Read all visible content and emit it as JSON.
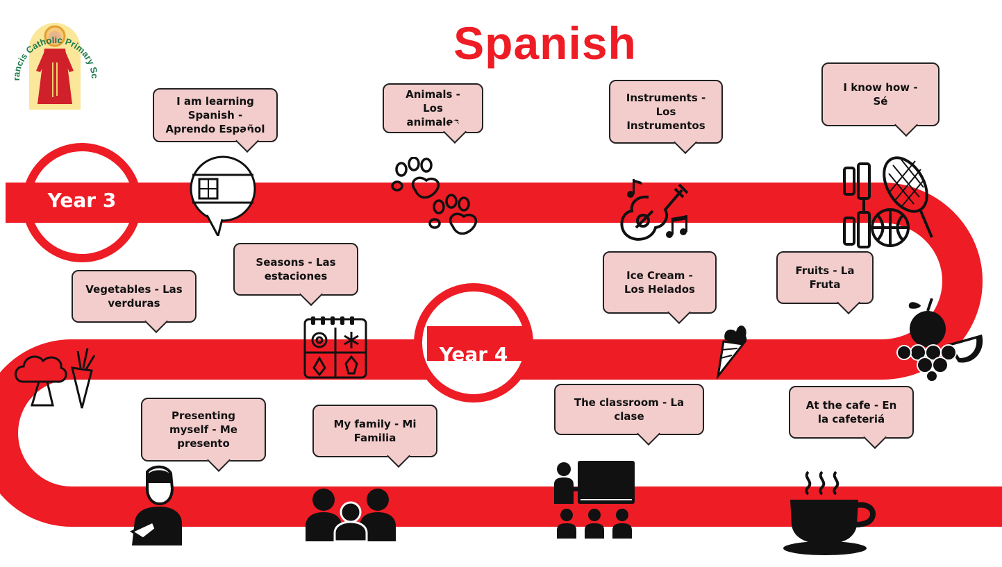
{
  "title": "Spanish",
  "logo": {
    "school_name": "St Francis Catholic Primary School",
    "icon": "saint-francis-logo"
  },
  "colors": {
    "road": "#ee1c25",
    "bubble_fill": "#f3cccc",
    "title": "#ee1c25",
    "logo_text": "#1a7a4a"
  },
  "years": [
    {
      "label": "Year 3"
    },
    {
      "label": "Year 4"
    }
  ],
  "topics": [
    {
      "text": "I am learning\nSpanish -\nAprendo Español",
      "icon": "speech-flag-icon"
    },
    {
      "text": "Animals -\nLos\nanimales",
      "icon": "paw-prints-icon"
    },
    {
      "text": "Instruments -\nLos\nInstrumentos",
      "icon": "guitar-icon"
    },
    {
      "text": "I know how -\nSé",
      "icon": "sports-equipment-icon"
    },
    {
      "text": "Vegetables - Las\nverduras",
      "icon": "vegetables-icon"
    },
    {
      "text": "Seasons - Las\nestaciones",
      "icon": "seasons-calendar-icon"
    },
    {
      "text": "Ice Cream -\nLos Helados",
      "icon": "ice-cream-icon"
    },
    {
      "text": "Fruits - La\nFruta",
      "icon": "fruits-icon"
    },
    {
      "text": "Presenting\nmyself - Me\npresento",
      "icon": "person-presenting-icon"
    },
    {
      "text": "My family - Mi\nFamilia",
      "icon": "family-icon"
    },
    {
      "text": "The classroom - La\nclase",
      "icon": "classroom-icon"
    },
    {
      "text": "At the cafe - En\nla cafeteriá",
      "icon": "coffee-cup-icon"
    }
  ]
}
